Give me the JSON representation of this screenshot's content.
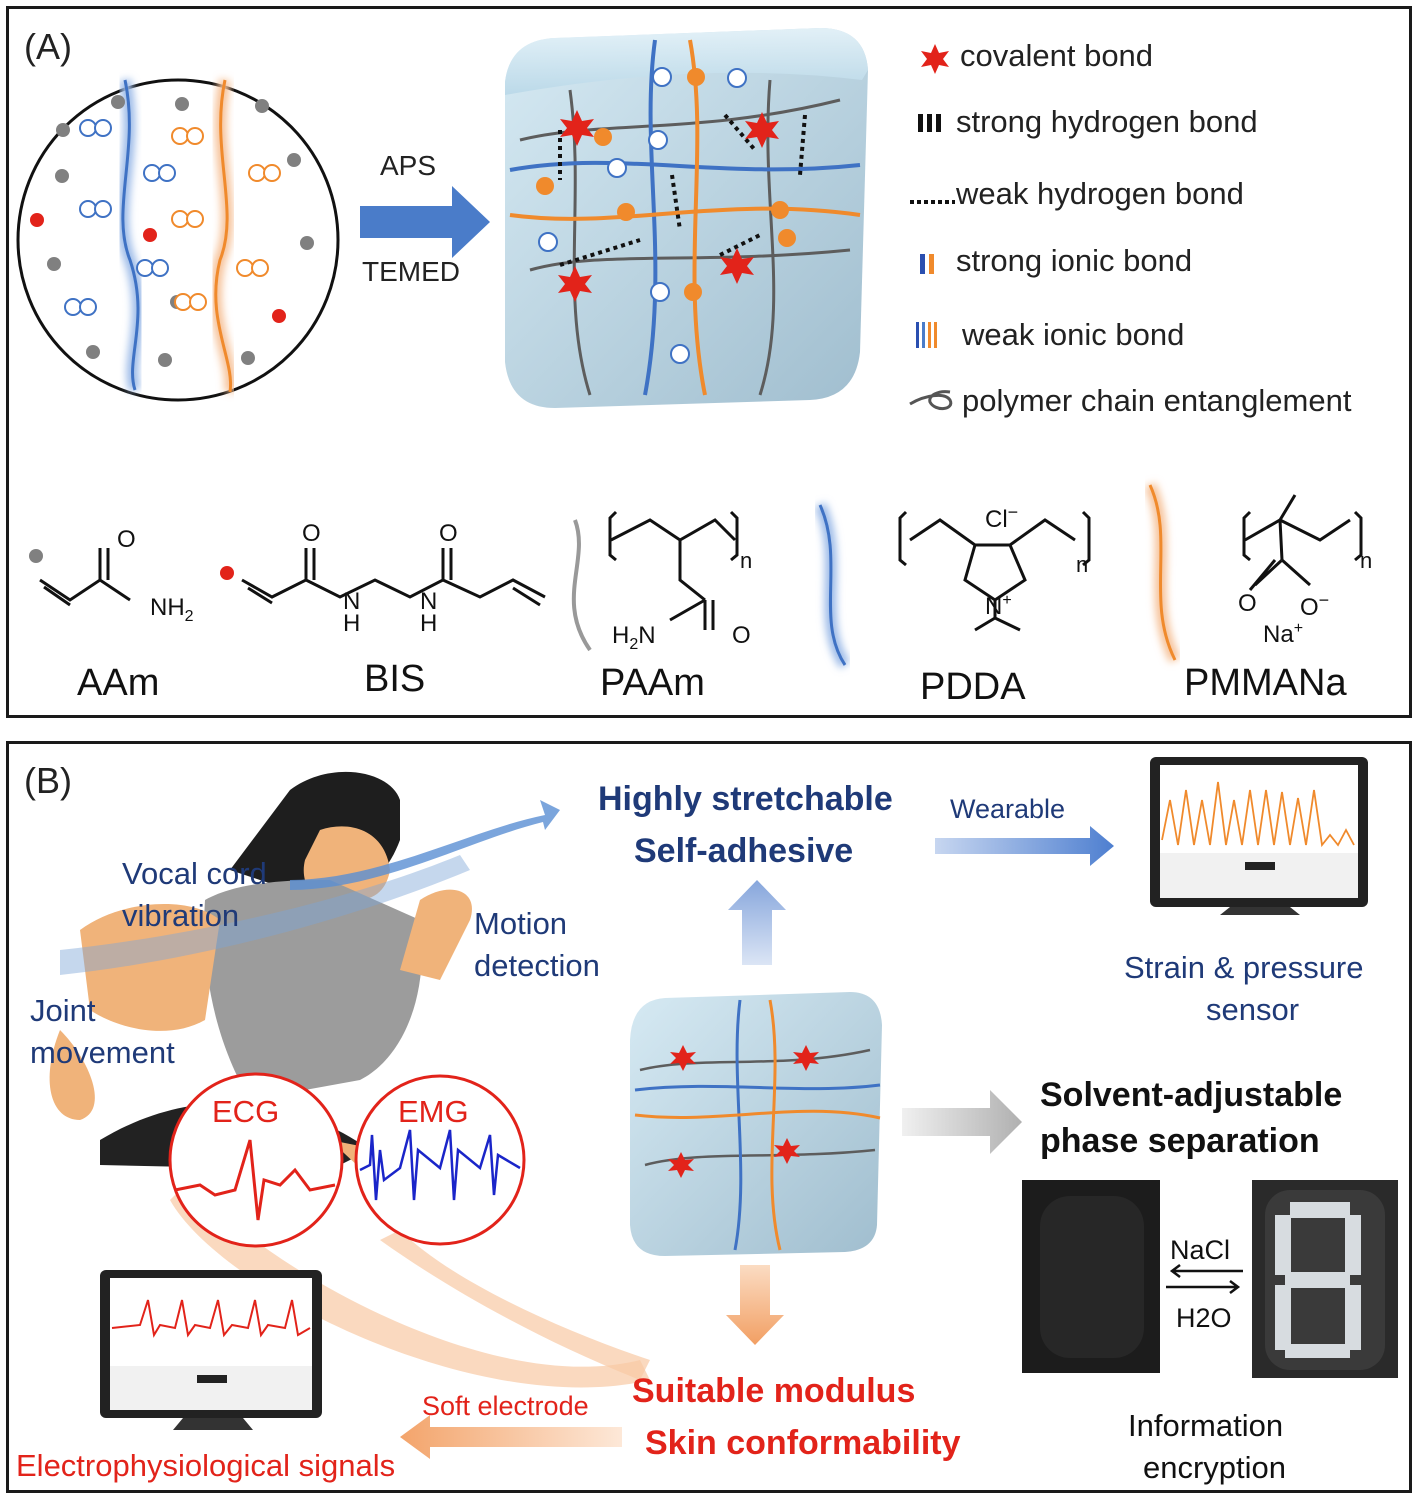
{
  "panelA": {
    "tag": "(A)",
    "reaction": {
      "top": "APS",
      "bottom": "TEMED"
    },
    "legend": [
      {
        "icon": "red-star-icon",
        "label": "covalent bond"
      },
      {
        "icon": "black-bars-icon",
        "label": "strong hydrogen bond"
      },
      {
        "icon": "dotted-line-icon",
        "label": "weak hydrogen bond"
      },
      {
        "icon": "blue-orange-bars-icon",
        "label": "strong ionic bond"
      },
      {
        "icon": "multi-bars-icon",
        "label": "weak ionic bond"
      },
      {
        "icon": "loop-icon",
        "label": "polymer chain entanglement"
      }
    ],
    "chemicals": {
      "aam": {
        "name": "AAm",
        "group": "NH",
        "sub": "2",
        "oxygen": "O"
      },
      "bis": {
        "name": "BIS",
        "n1": "N",
        "h1": "H",
        "n2": "N",
        "h2": "H",
        "o1": "O",
        "o2": "O"
      },
      "paam": {
        "name": "PAAm",
        "sub_n": "n",
        "h2n": "H",
        "h2n_sub": "2",
        "h2n_n": "N",
        "oxygen": "O"
      },
      "pdda": {
        "name": "PDDA",
        "counterion": "Cl",
        "counterion_charge": "−",
        "nitrogen": "N",
        "n_charge": "+",
        "sub_n": "n"
      },
      "pmmana": {
        "name": "PMMANa",
        "sub_n": "n",
        "o1": "O",
        "o2": "O",
        "o_charge": "−",
        "na": "Na",
        "na_charge": "+"
      }
    }
  },
  "panelB": {
    "tag": "(B)",
    "properties_top": [
      "Highly stretchable",
      "Self-adhesive"
    ],
    "wearable": "Wearable",
    "sensor": [
      "Strain & pressure",
      "sensor"
    ],
    "body_labels": {
      "vocal": [
        "Vocal cord",
        "vibration"
      ],
      "motion": [
        "Motion",
        "detection"
      ],
      "joint": [
        "Joint",
        "movement"
      ]
    },
    "ecg": "ECG",
    "emg": "EMG",
    "phase": [
      "Solvent-adjustable",
      "phase separation"
    ],
    "nacl": "NaCl",
    "h2o": "H2O",
    "encryption": [
      "Information",
      "encryption"
    ],
    "properties_bottom": [
      "Suitable modulus",
      "Skin conformability"
    ],
    "soft_electrode": "Soft electrode",
    "electro": "Electrophysiological signals"
  },
  "colors": {
    "blue": "#3f72c4",
    "orange": "#f08a2c",
    "red": "#e2231a",
    "navy": "#1f3a78",
    "gray": "#808080"
  }
}
